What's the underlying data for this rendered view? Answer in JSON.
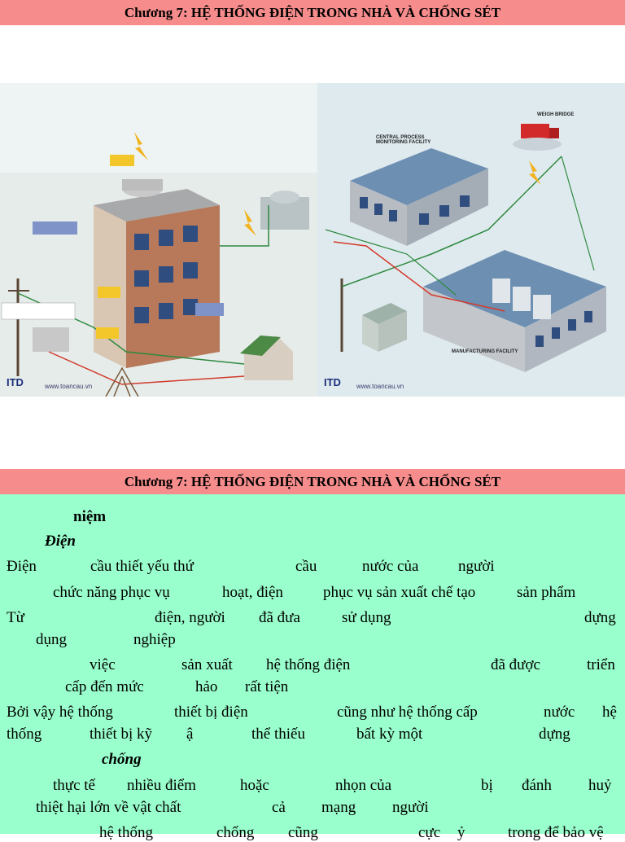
{
  "header": {
    "title": "Chương 7: HỆ THỐNG ĐIỆN TRONG NHÀ VÀ CHỐNG SÉT"
  },
  "figures": {
    "left": {
      "website": "www.toancau.vn",
      "logo": "ITD"
    },
    "right": {
      "website": "www.toancau.vn",
      "logo": "ITD",
      "labels": [
        "CENTRAL PROCESS MONITORING FACILITY",
        "WEIGH BRIDGE",
        "MANUFACTURING FACILITY"
      ]
    }
  },
  "content": {
    "lines": [
      [
        "niệm"
      ],
      [
        "Điện"
      ],
      [
        "Điện",
        "cầu thiết yếu thứ",
        "cầu",
        "nước của",
        "người"
      ],
      [
        "chức năng phục vụ",
        "hoạt, điện",
        "phục vụ sản xuất chế tạo",
        "sản phẩm"
      ],
      [
        "Từ",
        "điện, người",
        "đã đưa",
        "sử dụng",
        "dựng"
      ],
      [
        "dụng",
        "nghiệp"
      ],
      [
        "việc",
        "sản xuất",
        "hệ thống điện",
        "đã được",
        "triển"
      ],
      [
        "cấp đến mức",
        "hảo",
        "rất tiện"
      ],
      [
        "Bởi vậy hệ thống",
        "thiết bị điện",
        "cũng như hệ thống cấp",
        "nước",
        "hệ"
      ],
      [
        "thống",
        "thiết bị kỹ",
        "ậ",
        "thể thiếu",
        "bất kỳ một",
        "dựng"
      ],
      [
        "chống"
      ],
      [
        "thực tế",
        "nhiều điểm",
        "hoặc",
        "nhọn của",
        "bị",
        "đánh",
        "huỷ"
      ],
      [
        "thiệt hại lớn về vật chất",
        "cả",
        "mạng",
        "người"
      ],
      [
        "hệ thống",
        "chống",
        "cũng",
        "cực",
        "ỷ",
        "trong để bảo vệ"
      ]
    ]
  }
}
